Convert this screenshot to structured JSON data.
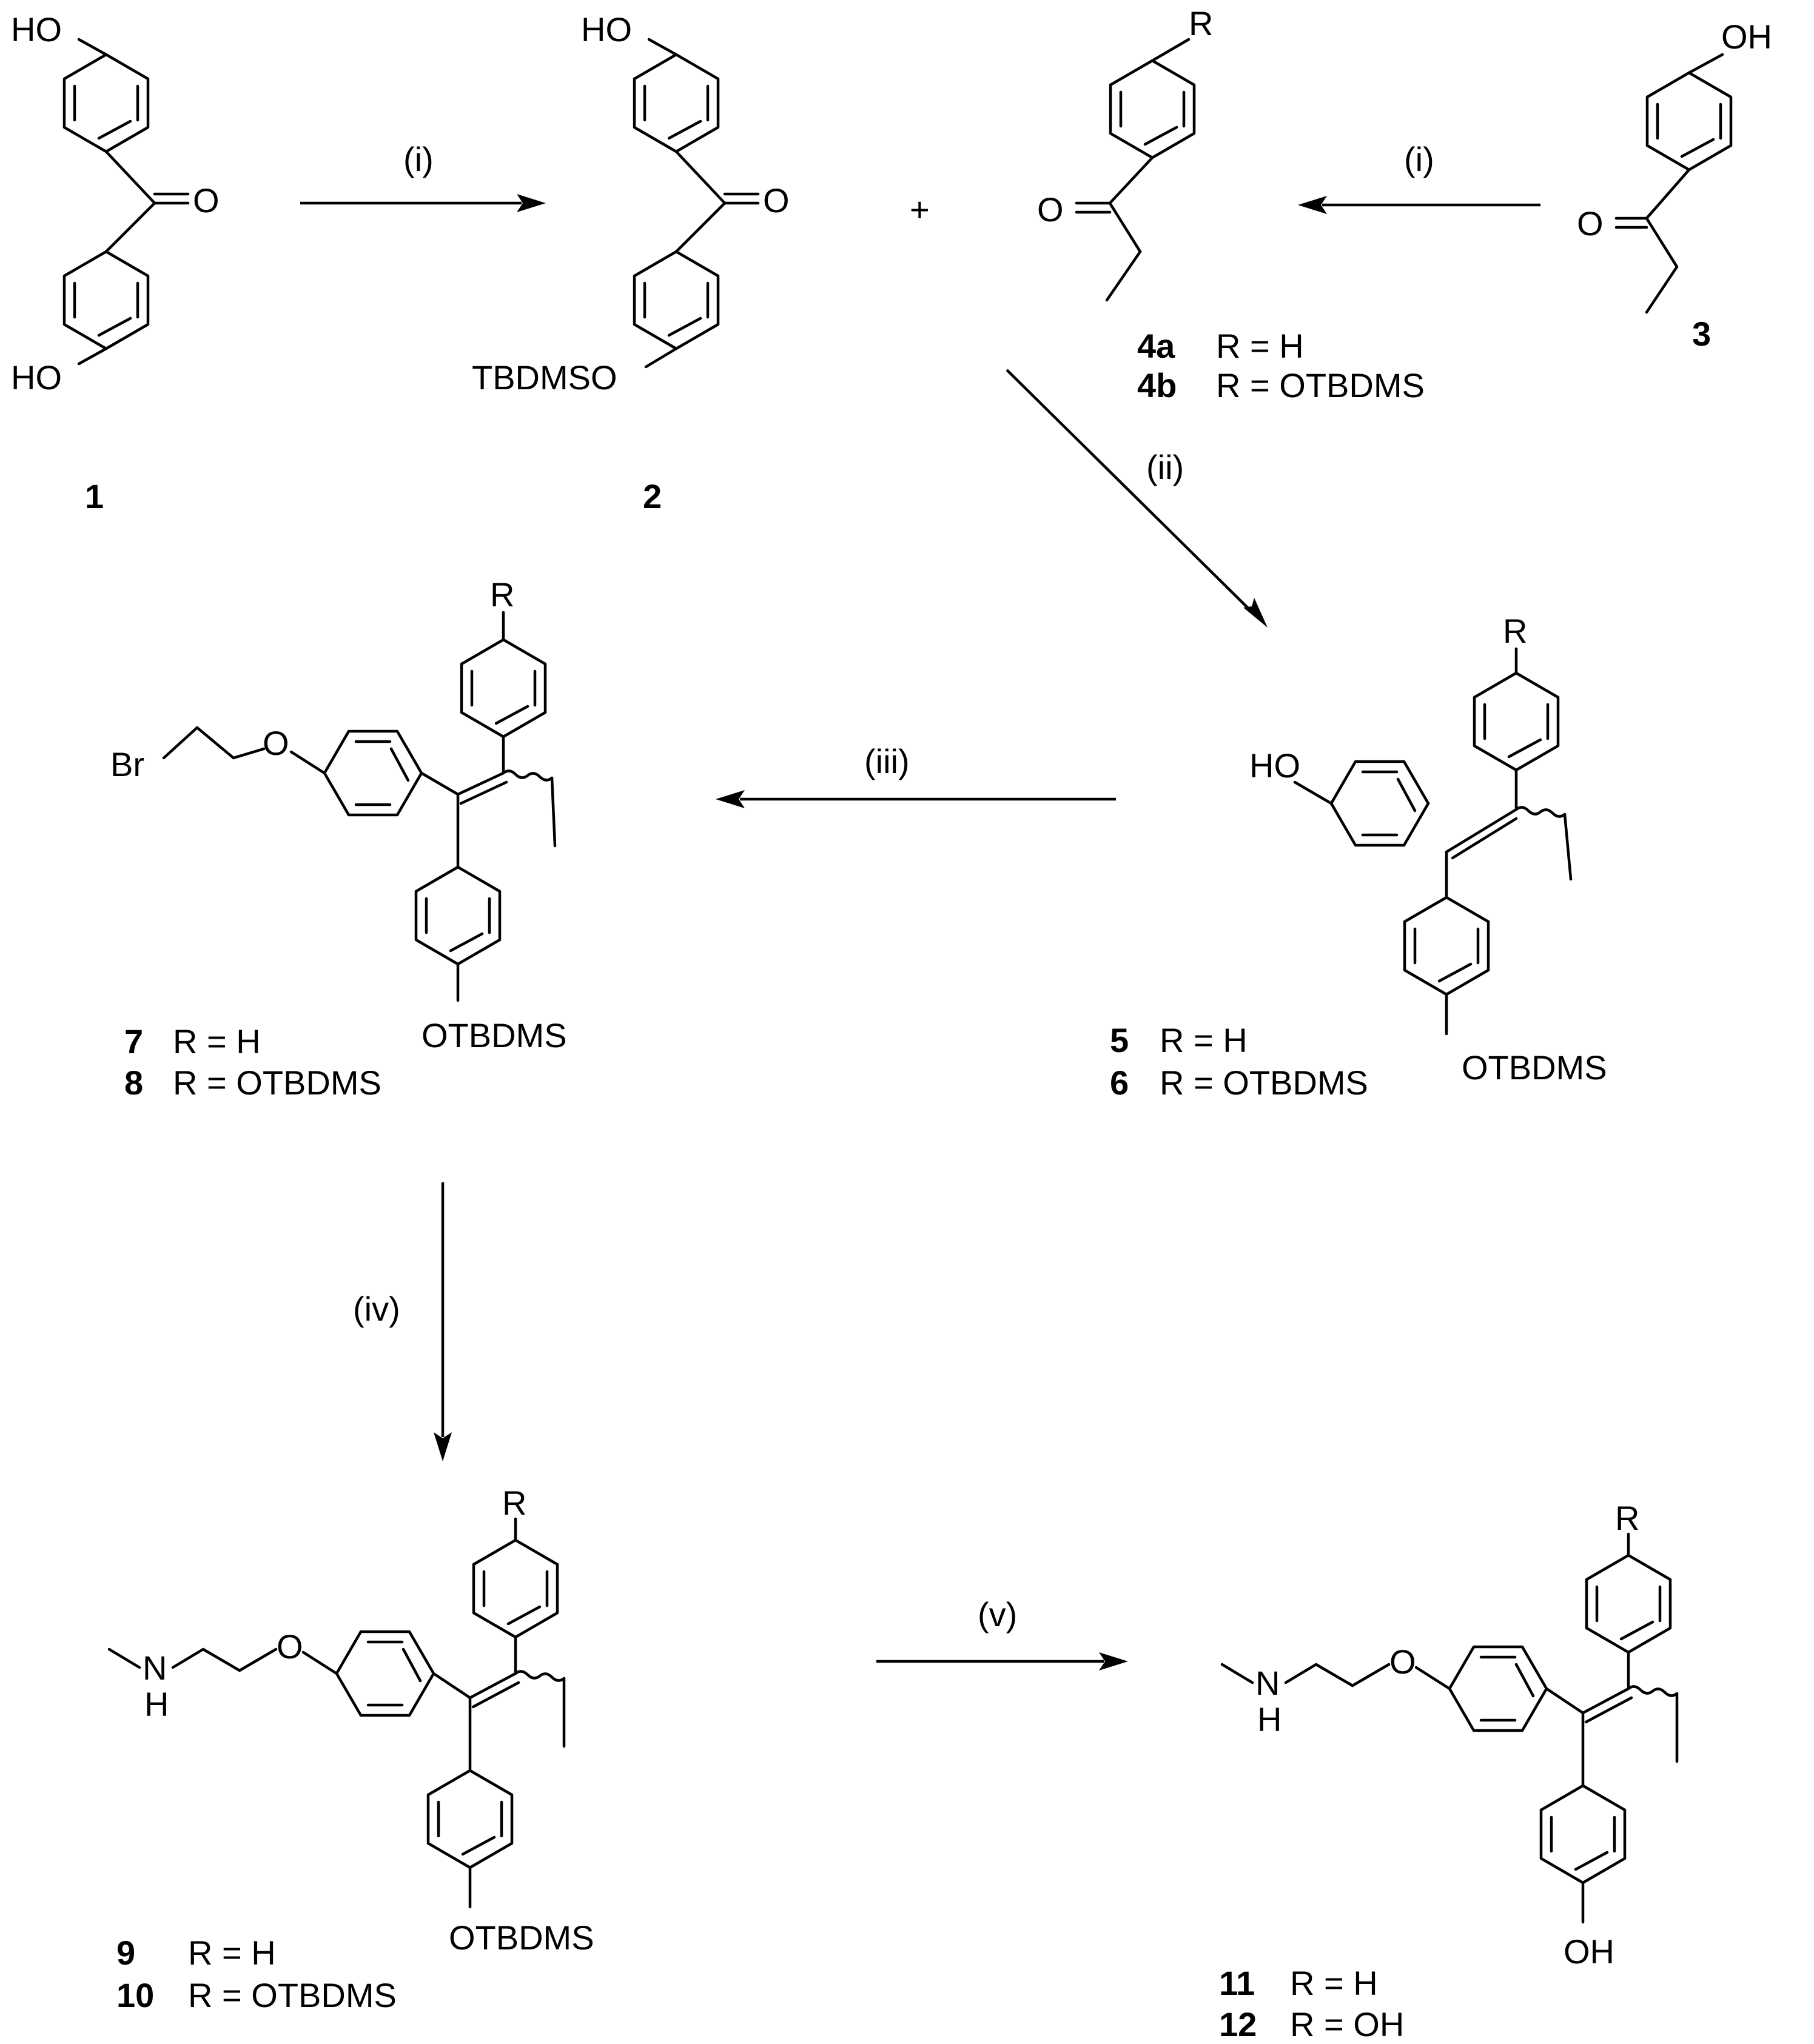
{
  "atoms": {
    "ho": "HO",
    "oh": "OH",
    "o": "O",
    "r": "R",
    "br": "Br",
    "n": "N",
    "h": "H",
    "tbdmso": "TBDMSO",
    "otbdms": "OTBDMS",
    "plus": "+"
  },
  "compounds": {
    "c1": "1",
    "c2": "2",
    "c3": "3",
    "c4a": "4a",
    "c4a_r": "R = H",
    "c4b": "4b",
    "c4b_r": "R = OTBDMS",
    "c5": "5",
    "c5_r": "R = H",
    "c6": "6",
    "c6_r": "R = OTBDMS",
    "c7": "7",
    "c7_r": "R = H",
    "c8": "8",
    "c8_r": "R = OTBDMS",
    "c9": "9",
    "c9_r": "R = H",
    "c10": "10",
    "c10_r": "R = OTBDMS",
    "c11": "11",
    "c11_r": "R = H",
    "c12": "12",
    "c12_r": "R = OH"
  },
  "steps": {
    "s1": "(i)",
    "s1b": "(i)",
    "s2": "(ii)",
    "s3": "(iii)",
    "s4": "(iv)",
    "s5": "(v)"
  }
}
